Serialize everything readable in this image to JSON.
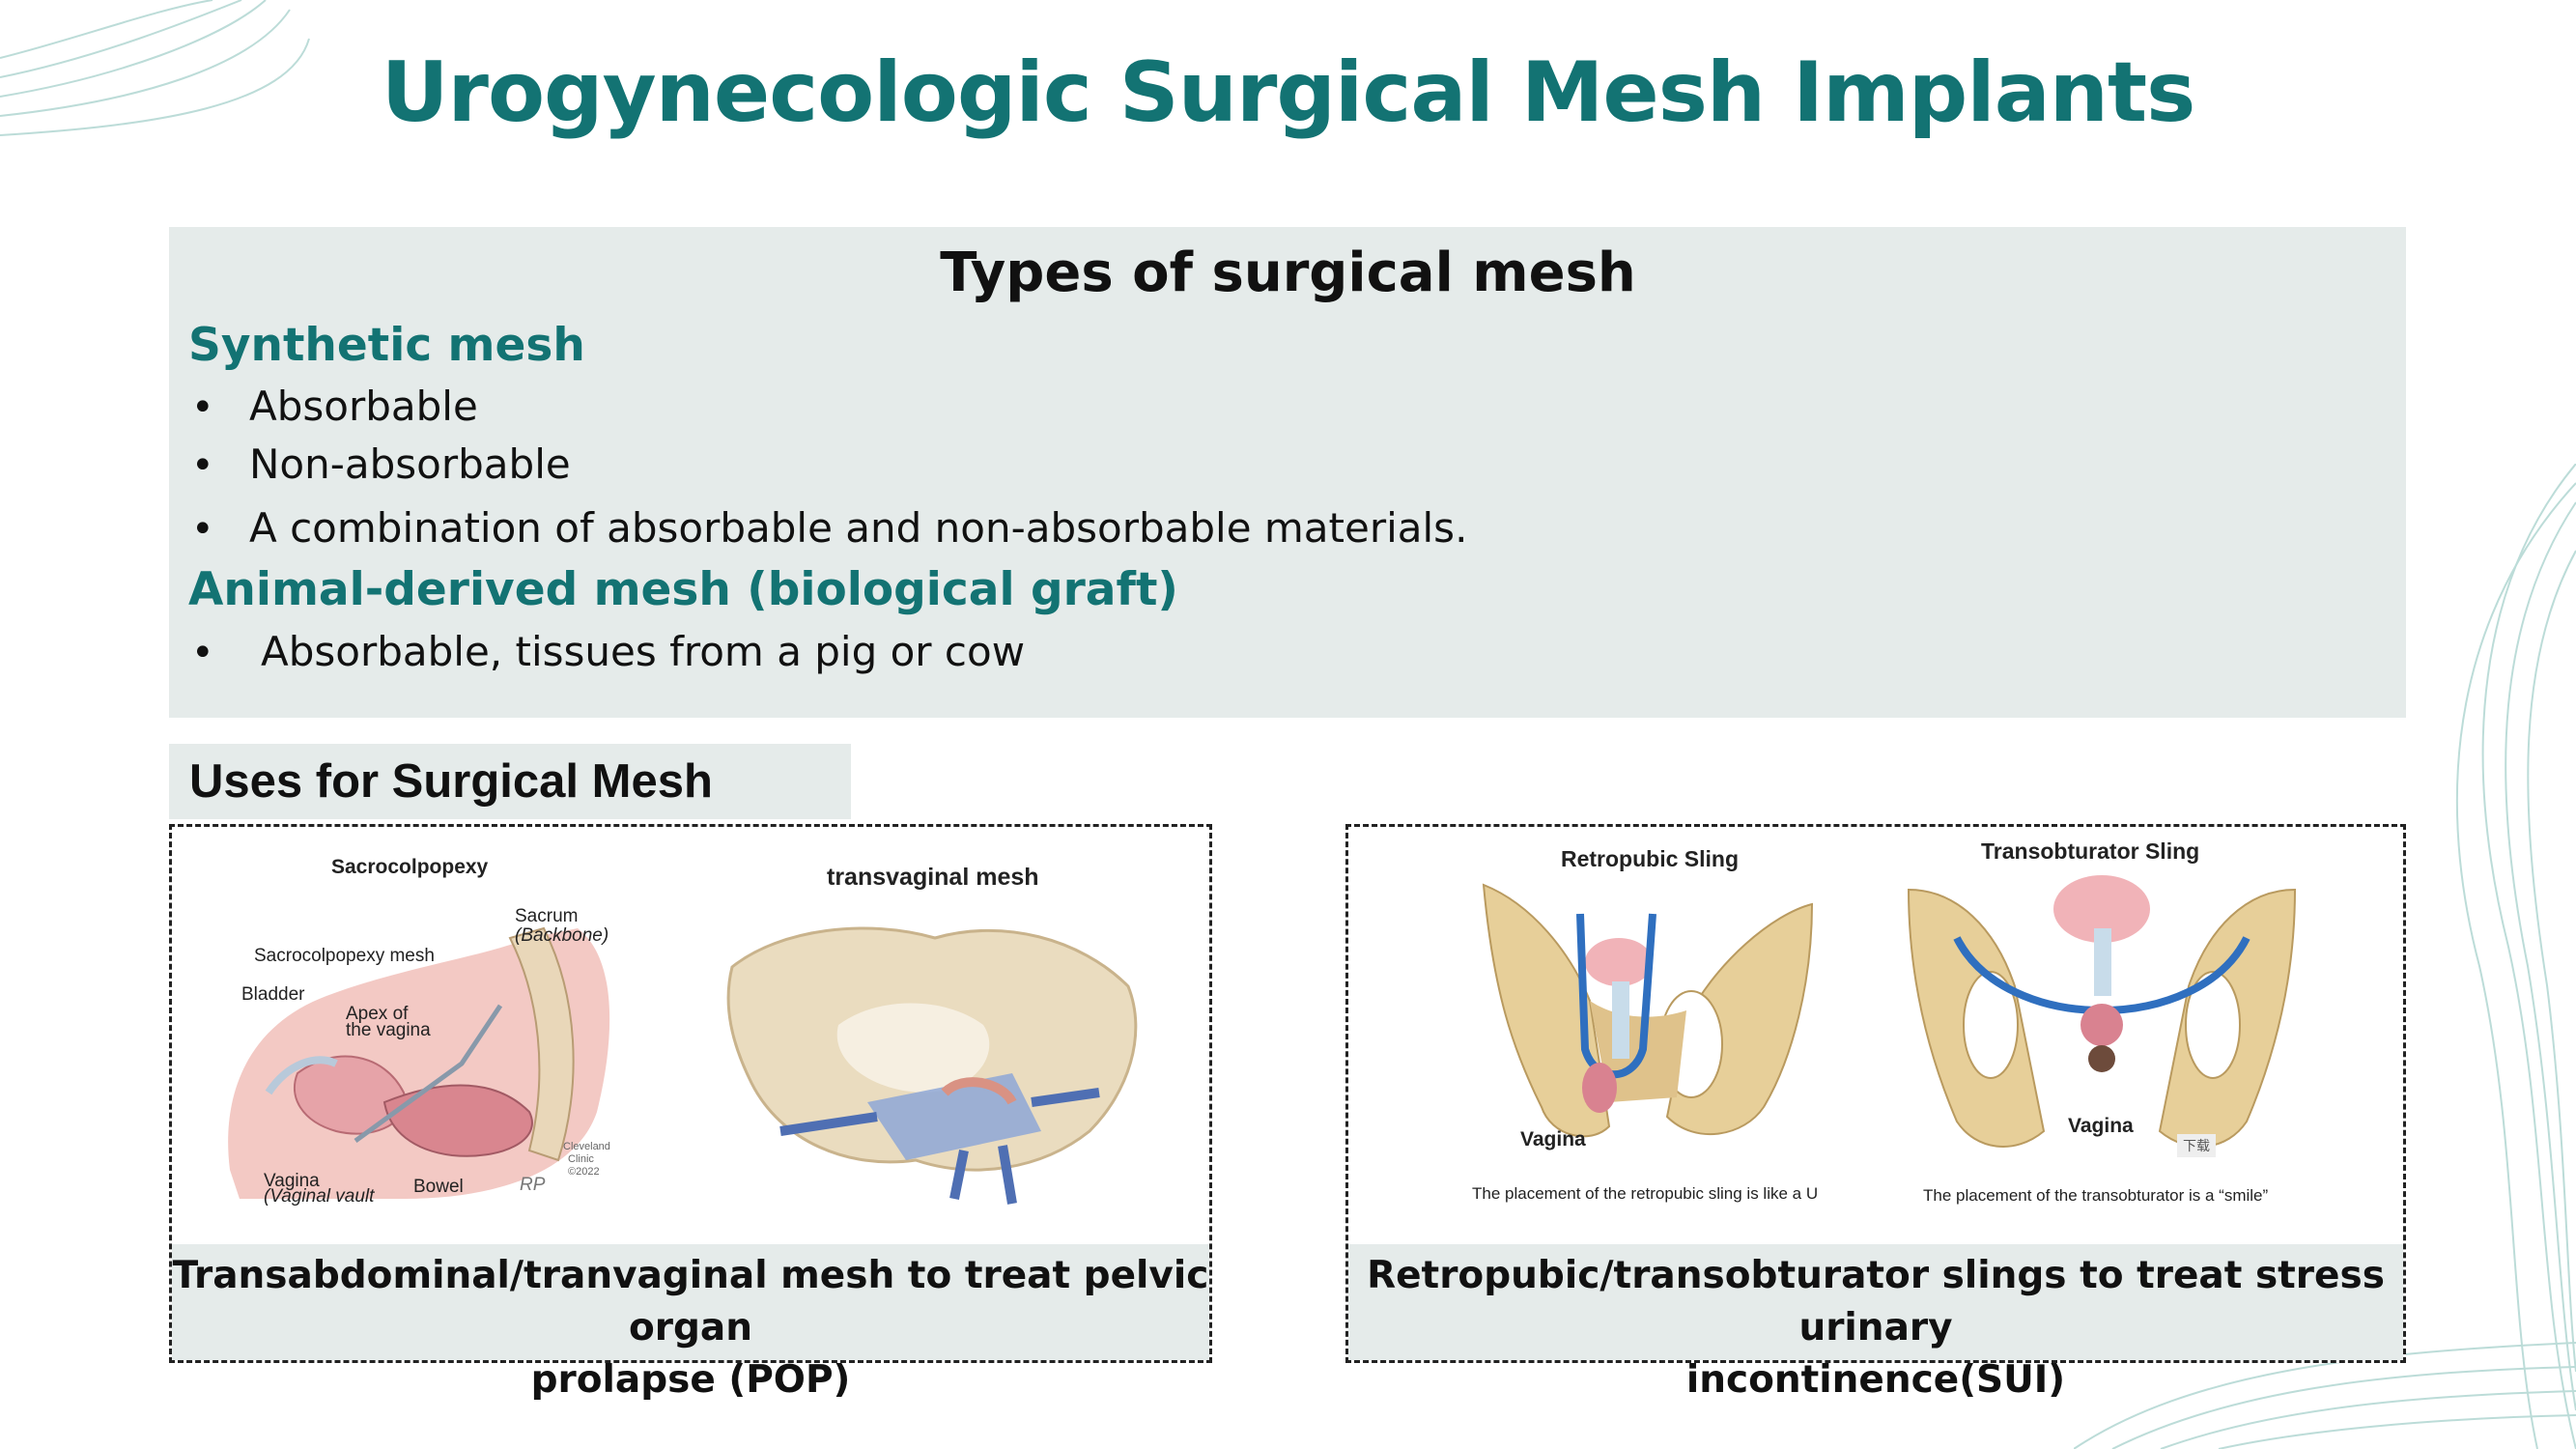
{
  "slide": {
    "title": "Urogynecologic Surgical Mesh Implants",
    "accent_color": "#137373",
    "box_color": "#e5ebea"
  },
  "types": {
    "heading": "Types of surgical mesh",
    "synthetic": {
      "heading": "Synthetic mesh",
      "items": [
        "Absorbable",
        "Non-absorbable",
        "A combination of absorbable and non-absorbable materials."
      ]
    },
    "animal": {
      "heading": "Animal-derived mesh (biological graft)",
      "items": [
        "Absorbable, tissues from a pig or cow"
      ]
    },
    "bullet_glyph": "•"
  },
  "uses": {
    "heading": "Uses for Surgical Mesh",
    "left_panel": {
      "caption_line1": "Transabdominal/tranvaginal mesh to treat pelvic organ",
      "caption_line2": "prolapse (POP)",
      "sacro": {
        "title": "Sacrocolpopexy",
        "sacrum": "Sacrum",
        "backbone": "(Backbone)",
        "mesh": "Sacrocolpopexy mesh",
        "bladder": "Bladder",
        "apex1": "Apex of",
        "apex2": "the vagina",
        "vagina": "Vagina",
        "vault": "(Vaginal vault",
        "bowel": "Bowel",
        "clinic1": "Cleveland",
        "clinic2": "Clinic",
        "clinic3": "©2022",
        "initials": "RP"
      },
      "transvaginal": {
        "title": "transvaginal mesh"
      }
    },
    "right_panel": {
      "caption_line1": "Retropubic/transobturator slings to treat stress urinary",
      "caption_line2": "incontinence(SUI)",
      "retropubic": {
        "title": "Retropubic Sling",
        "vagina": "Vagina",
        "note": "The placement of the retropubic sling is like a U"
      },
      "transobturator": {
        "title": "Transobturator Sling",
        "vagina": "Vagina",
        "note": "The placement of the transobturator is a “smile”",
        "badge": "下载"
      }
    }
  }
}
